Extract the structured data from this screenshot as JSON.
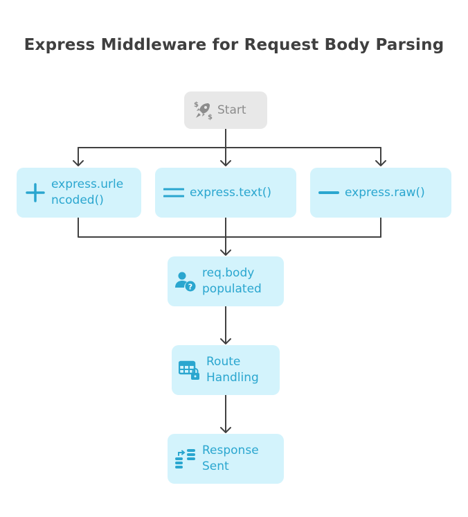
{
  "title": "Express Middleware for Request Body Parsing",
  "colors": {
    "node_fill": "#d3f3fc",
    "node_text": "#2aa6cf",
    "start_fill": "#e8e8e8",
    "start_text": "#8c8c8c",
    "edge": "#404040",
    "title": "#3f3f3f"
  },
  "nodes": {
    "start": {
      "label": "Start",
      "icon": "rocket-dollar-icon"
    },
    "urlencoded": {
      "label_line1": "express.urle",
      "label_line2": "ncoded()",
      "icon": "plus-icon"
    },
    "text": {
      "label": "express.text()",
      "icon": "equals-icon"
    },
    "raw": {
      "label": "express.raw()",
      "icon": "minus-icon"
    },
    "req_body": {
      "label_line1": "req.body",
      "label_line2": "populated",
      "icon": "user-question-icon"
    },
    "route": {
      "label_line1": "Route",
      "label_line2": "Handling",
      "icon": "table-lock-icon"
    },
    "response": {
      "label_line1": "Response",
      "label_line2": "Sent",
      "icon": "server-transfer-icon"
    }
  },
  "edges": [
    {
      "from": "start",
      "to": "urlencoded"
    },
    {
      "from": "start",
      "to": "text"
    },
    {
      "from": "start",
      "to": "raw"
    },
    {
      "from": "urlencoded",
      "to": "req_body"
    },
    {
      "from": "text",
      "to": "req_body"
    },
    {
      "from": "raw",
      "to": "req_body"
    },
    {
      "from": "req_body",
      "to": "route"
    },
    {
      "from": "route",
      "to": "response"
    }
  ]
}
